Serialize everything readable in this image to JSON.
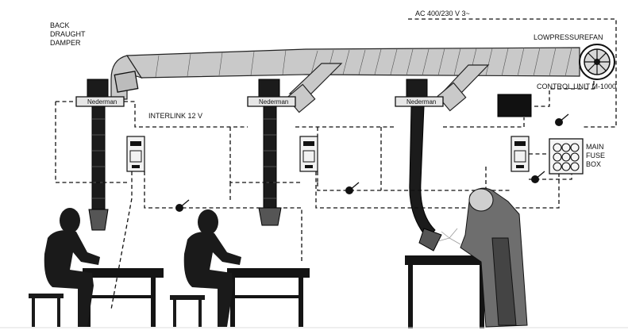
{
  "labels": {
    "supply": "AC  400/230  V  3~",
    "fan": "LOWPRESSUREFAN",
    "control_unit": "CONTROL UNIT M-1000",
    "damper_line1": "BACK",
    "damper_line2": "DRAUGHT",
    "damper_line3": "DAMPER",
    "interlink": "INTERLINK 12 V",
    "fuse_line1": "MAIN",
    "fuse_line2": "FUSE",
    "fuse_line3": "BOX"
  },
  "colors": {
    "duct_fill": "#c9c9c9",
    "ink": "#111111",
    "fan_ring": "#d9d9d9"
  }
}
